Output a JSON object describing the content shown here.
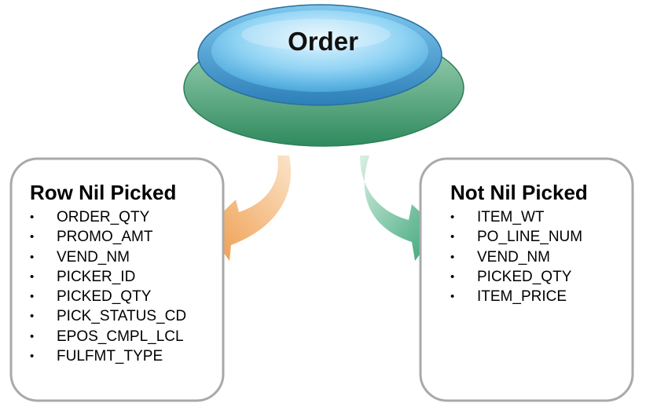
{
  "center_node": {
    "label": "Order"
  },
  "left_box": {
    "title": "Row Nil Picked",
    "items": [
      "ORDER_QTY",
      "PROMO_AMT",
      "VEND_NM",
      "PICKER_ID",
      "PICKED_QTY",
      "PICK_STATUS_CD",
      "EPOS_CMPL_LCL",
      "FULFMT_TYPE"
    ]
  },
  "right_box": {
    "title": "Not Nil Picked",
    "items": [
      "ITEM_WT",
      "PO_LINE_NUM",
      "VEND_NM",
      "PICKED_QTY",
      "ITEM_PRICE"
    ]
  },
  "bullet_glyph": "•",
  "colors": {
    "ellipse_top": "#5bb8e6",
    "ellipse_rim": "#3f8fc9",
    "ellipse_base": "#3f9a6e",
    "left_arrow": "#f0a050",
    "right_arrow": "#3da67a",
    "box_border": "#a9a9a9"
  }
}
